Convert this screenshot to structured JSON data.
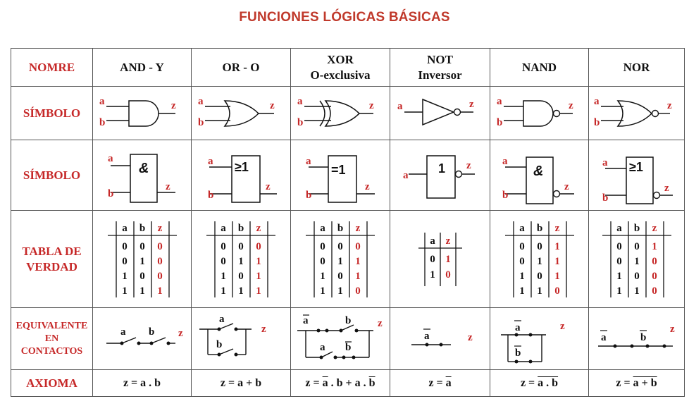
{
  "title": "FUNCIONES LÓGICAS BÁSICAS",
  "row_headers": {
    "name": "NOMRE",
    "symbol1": "SÍMBOLO",
    "symbol2": "SÍMBOLO",
    "truth_line1": "TABLA DE",
    "truth_line2": "VERDAD",
    "contacts_line1": "EQUIVALENTE",
    "contacts_line2": "EN",
    "contacts_line3": "CONTACTOS",
    "axiom": "AXIOMA"
  },
  "gates": [
    {
      "name_line1": "AND  -  Y",
      "name_line2": "",
      "iec_symbol": "&",
      "inputs": [
        "a",
        "b"
      ],
      "output": "z",
      "truth": {
        "headers": [
          "a",
          "b",
          "z"
        ],
        "a": [
          "0",
          "0",
          "1",
          "1"
        ],
        "b": [
          "0",
          "1",
          "0",
          "1"
        ],
        "z": [
          "0",
          "0",
          "0",
          "1"
        ]
      },
      "axiom": "z = a . b"
    },
    {
      "name_line1": "OR - O",
      "name_line2": "",
      "iec_symbol": "≥1",
      "inputs": [
        "a",
        "b"
      ],
      "output": "z",
      "truth": {
        "headers": [
          "a",
          "b",
          "z"
        ],
        "a": [
          "0",
          "0",
          "1",
          "1"
        ],
        "b": [
          "0",
          "1",
          "0",
          "1"
        ],
        "z": [
          "0",
          "1",
          "1",
          "1"
        ]
      },
      "axiom": "z = a + b"
    },
    {
      "name_line1": "XOR",
      "name_line2": "O-exclusiva",
      "iec_symbol": "=1",
      "inputs": [
        "a",
        "b"
      ],
      "output": "z",
      "truth": {
        "headers": [
          "a",
          "b",
          "z"
        ],
        "a": [
          "0",
          "0",
          "1",
          "1"
        ],
        "b": [
          "0",
          "1",
          "0",
          "1"
        ],
        "z": [
          "0",
          "1",
          "1",
          "0"
        ]
      },
      "axiom": "z = ā . b + a . b̄"
    },
    {
      "name_line1": "NOT",
      "name_line2": "Inversor",
      "iec_symbol": "1",
      "inputs": [
        "a"
      ],
      "output": "z",
      "truth": {
        "headers": [
          "a",
          "z"
        ],
        "a": [
          "0",
          "1"
        ],
        "z": [
          "1",
          "0"
        ]
      },
      "axiom": "z = ā"
    },
    {
      "name_line1": "NAND",
      "name_line2": "",
      "iec_symbol": "&",
      "inputs": [
        "a",
        "b"
      ],
      "output": "z",
      "truth": {
        "headers": [
          "a",
          "b",
          "z"
        ],
        "a": [
          "0",
          "0",
          "1",
          "1"
        ],
        "b": [
          "0",
          "1",
          "0",
          "1"
        ],
        "z": [
          "1",
          "1",
          "1",
          "0"
        ]
      },
      "axiom": "z = a . b (negated)"
    },
    {
      "name_line1": "NOR",
      "name_line2": "",
      "iec_symbol": "≥1",
      "inputs": [
        "a",
        "b"
      ],
      "output": "z",
      "truth": {
        "headers": [
          "a",
          "b",
          "z"
        ],
        "a": [
          "0",
          "0",
          "1",
          "1"
        ],
        "b": [
          "0",
          "1",
          "0",
          "1"
        ],
        "z": [
          "1",
          "0",
          "0",
          "0"
        ]
      },
      "axiom": "z = a + b (negated)"
    }
  ],
  "axiom_parts": {
    "and": "z = a . b",
    "or": "z = a + b",
    "xor_prefix": "z = ",
    "xor_a1": "a",
    "xor_mid": " . b + a . ",
    "xor_b2": "b",
    "not_prefix": "z = ",
    "not_a": "a",
    "nand_prefix": "z = ",
    "nand_expr": "a . b",
    "nor_prefix": "z = ",
    "nor_expr": "a + b"
  },
  "contact_labels": {
    "a": "a",
    "b": "b",
    "a_neg": "a",
    "b_neg": "b",
    "z": "z"
  },
  "colors": {
    "title": "#c0392b",
    "accent": "#c62828",
    "ink": "#111111",
    "grid": "#555555"
  }
}
